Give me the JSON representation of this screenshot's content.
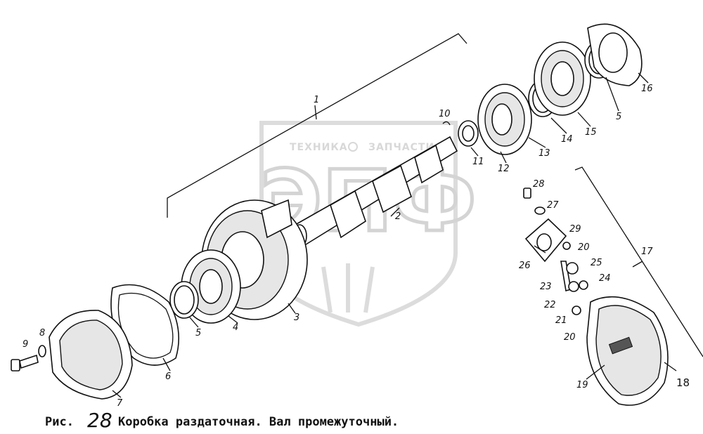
{
  "watermark": {
    "left_word": "ТЕХНИКА",
    "right_word": "ЗАПЧАСТИ",
    "logo": "ЭПФ"
  },
  "caption": {
    "prefix": "Рис.",
    "number": "28",
    "text": "Коробка раздаточная. Вал промежуточный."
  },
  "callouts": [
    {
      "id": "1",
      "text": "1"
    },
    {
      "id": "2",
      "text": "2"
    },
    {
      "id": "3",
      "text": "3"
    },
    {
      "id": "4",
      "text": "4"
    },
    {
      "id": "5a",
      "text": "5"
    },
    {
      "id": "5b",
      "text": "5"
    },
    {
      "id": "6",
      "text": "6"
    },
    {
      "id": "7",
      "text": "7"
    },
    {
      "id": "8",
      "text": "8"
    },
    {
      "id": "9",
      "text": "9"
    },
    {
      "id": "10",
      "text": "10"
    },
    {
      "id": "11",
      "text": "11"
    },
    {
      "id": "12",
      "text": "12"
    },
    {
      "id": "13",
      "text": "13"
    },
    {
      "id": "14",
      "text": "14"
    },
    {
      "id": "15",
      "text": "15"
    },
    {
      "id": "16",
      "text": "16"
    },
    {
      "id": "17",
      "text": "17"
    },
    {
      "id": "18",
      "text": "18"
    },
    {
      "id": "19",
      "text": "19"
    },
    {
      "id": "20a",
      "text": "20"
    },
    {
      "id": "20b",
      "text": "20"
    },
    {
      "id": "21",
      "text": "21"
    },
    {
      "id": "22",
      "text": "22"
    },
    {
      "id": "23",
      "text": "23"
    },
    {
      "id": "24",
      "text": "24"
    },
    {
      "id": "25",
      "text": "25"
    },
    {
      "id": "26",
      "text": "26"
    },
    {
      "id": "27",
      "text": "27"
    },
    {
      "id": "28",
      "text": "28"
    },
    {
      "id": "29",
      "text": "29"
    }
  ]
}
